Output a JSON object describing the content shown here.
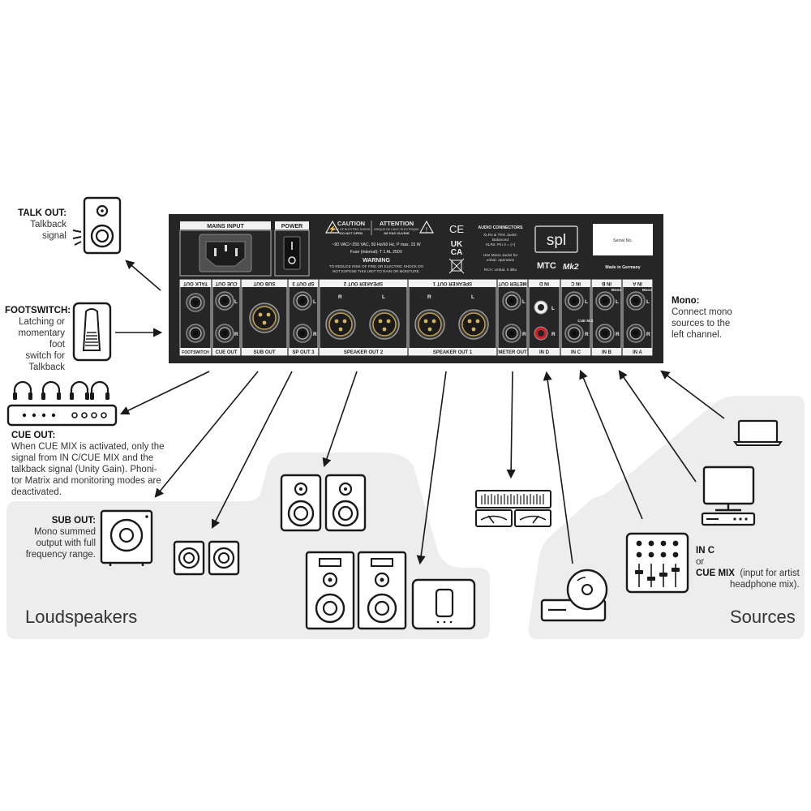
{
  "panel": {
    "sections": {
      "mains_input": "MAINS INPUT",
      "power": "POWER",
      "talk_out": "TALK OUT",
      "footswitch": "FOOTSWITCH",
      "cue_out_top": "CUE OUT",
      "cue_out_bottom": "CUE OUT",
      "sub_out_top": "SUB OUT",
      "sub_out_bottom": "SUB OUT",
      "sp_out3_top": "SP OUT 3",
      "sp_out3_bottom": "SP OUT 3",
      "speaker_out2_top": "SPEAKER OUT 2",
      "speaker_out2_bottom": "SPEAKER OUT 2",
      "speaker_out1_top": "SPEAKER OUT 1",
      "speaker_out1_bottom": "SPEAKER OUT 1",
      "meter_out_top": "METER OUT",
      "meter_out_bottom": "METER OUT",
      "in_d_top": "IN D",
      "in_d_bottom": "IN D",
      "in_c_top": "IN C",
      "in_c_bottom": "IN C",
      "cue_mix": "CUE MIX",
      "in_b_top": "IN B",
      "in_b_bottom": "IN B",
      "in_a_top": "IN A",
      "in_a_bottom": "IN A",
      "mono": "Mono"
    },
    "channel_labels": {
      "left": "L",
      "right": "R"
    },
    "caution": {
      "caution_title": "CAUTION",
      "caution_text_1": "RISK OF ELECTRIC SHOCK",
      "caution_text_2": "DO NOT OPEN",
      "attention_title": "ATTENTION",
      "attention_text_1": "RISQUE DE CHOC ÉLECTRIQUE",
      "attention_text_2": "NE PAS OUVRIR",
      "power_spec": "~90 VAC/~250 VAC, 50 Hz/60 Hz, P max. 15 W",
      "fuse": "Fuse (internal): T 1 AL 250V",
      "warning_title": "WARNING",
      "warning_text_1": "TO REDUCE RISK OF FIRE OR ELECTRIC SHOCK DO",
      "warning_text_2": "NOT EXPOSE THIS UNIT TO RAIN OR MOISTURE."
    },
    "marks": {
      "ce": "CE",
      "ukca_1": "UK",
      "ukca_2": "CA"
    },
    "audio": {
      "title": "AUDIO CONNECTORS",
      "line1": "XLRs & TRS Jacks:",
      "line2": "Balanced",
      "line3": "XLRs: Pin 2 = (+)",
      "line4": "Use Mono Jacks for",
      "line5": "unbal. operation",
      "line6": "RCA: Unbal. 0 dBu"
    },
    "brand": "spl",
    "model": "MTC",
    "model_suffix": "Mk2",
    "serial": "Serial No.",
    "made_in": "Made in Germany"
  },
  "notes": {
    "talk_out": {
      "title": "TALK OUT:",
      "text": "Talkback signal"
    },
    "footswitch": {
      "title": "FOOTSWITCH:",
      "line1": "Latching or",
      "line2": "momentary foot",
      "line3": "switch for",
      "line4": "Talkback"
    },
    "cue_out": {
      "title": "CUE OUT:",
      "line1": "When CUE MIX is activated, only the",
      "line2": "signal from IN C/CUE MIX and the",
      "line3": "talkback signal (Unity Gain). Phoni-",
      "line4": "tor Matrix and monitoring modes are",
      "line5": "deactivated."
    },
    "sub_out": {
      "title": "SUB OUT:",
      "line1": "Mono summed",
      "line2": "output with full",
      "line3": "frequency range."
    },
    "mono": {
      "title": "Mono:",
      "line1": "Connect mono",
      "line2": "sources to the",
      "line3": "left channel."
    },
    "in_c": {
      "title1": "IN C",
      "or": "or",
      "title2": "CUE MIX",
      "desc1": "(input for artist",
      "desc2": "headphone mix)."
    }
  },
  "regions": {
    "loudspeakers": "Loudspeakers",
    "sources": "Sources"
  },
  "colors": {
    "panel": "#262626",
    "region_bg": "#ededed",
    "rca_right": "#d0202a",
    "line": "#1a1a1a"
  }
}
